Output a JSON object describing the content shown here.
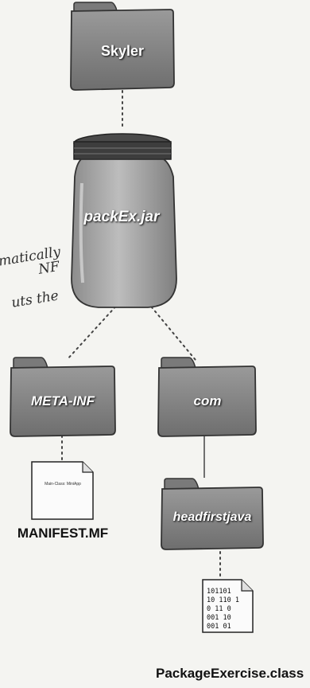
{
  "nodes": {
    "root_folder": "Skyler",
    "jar": "packEx.jar",
    "meta_inf": "META-INF",
    "com": "com",
    "headfirstjava": "headfirstjava",
    "manifest_content": "Main-Class: MiniApp",
    "manifest_file": "MANIFEST.MF",
    "class_file": "PackageExercise.class",
    "class_bytes": "101101\n10 110 1\n0 11 0\n001 10\n001 01"
  },
  "note": {
    "line1": "matically",
    "line2": "NF",
    "line3": "uts the"
  }
}
